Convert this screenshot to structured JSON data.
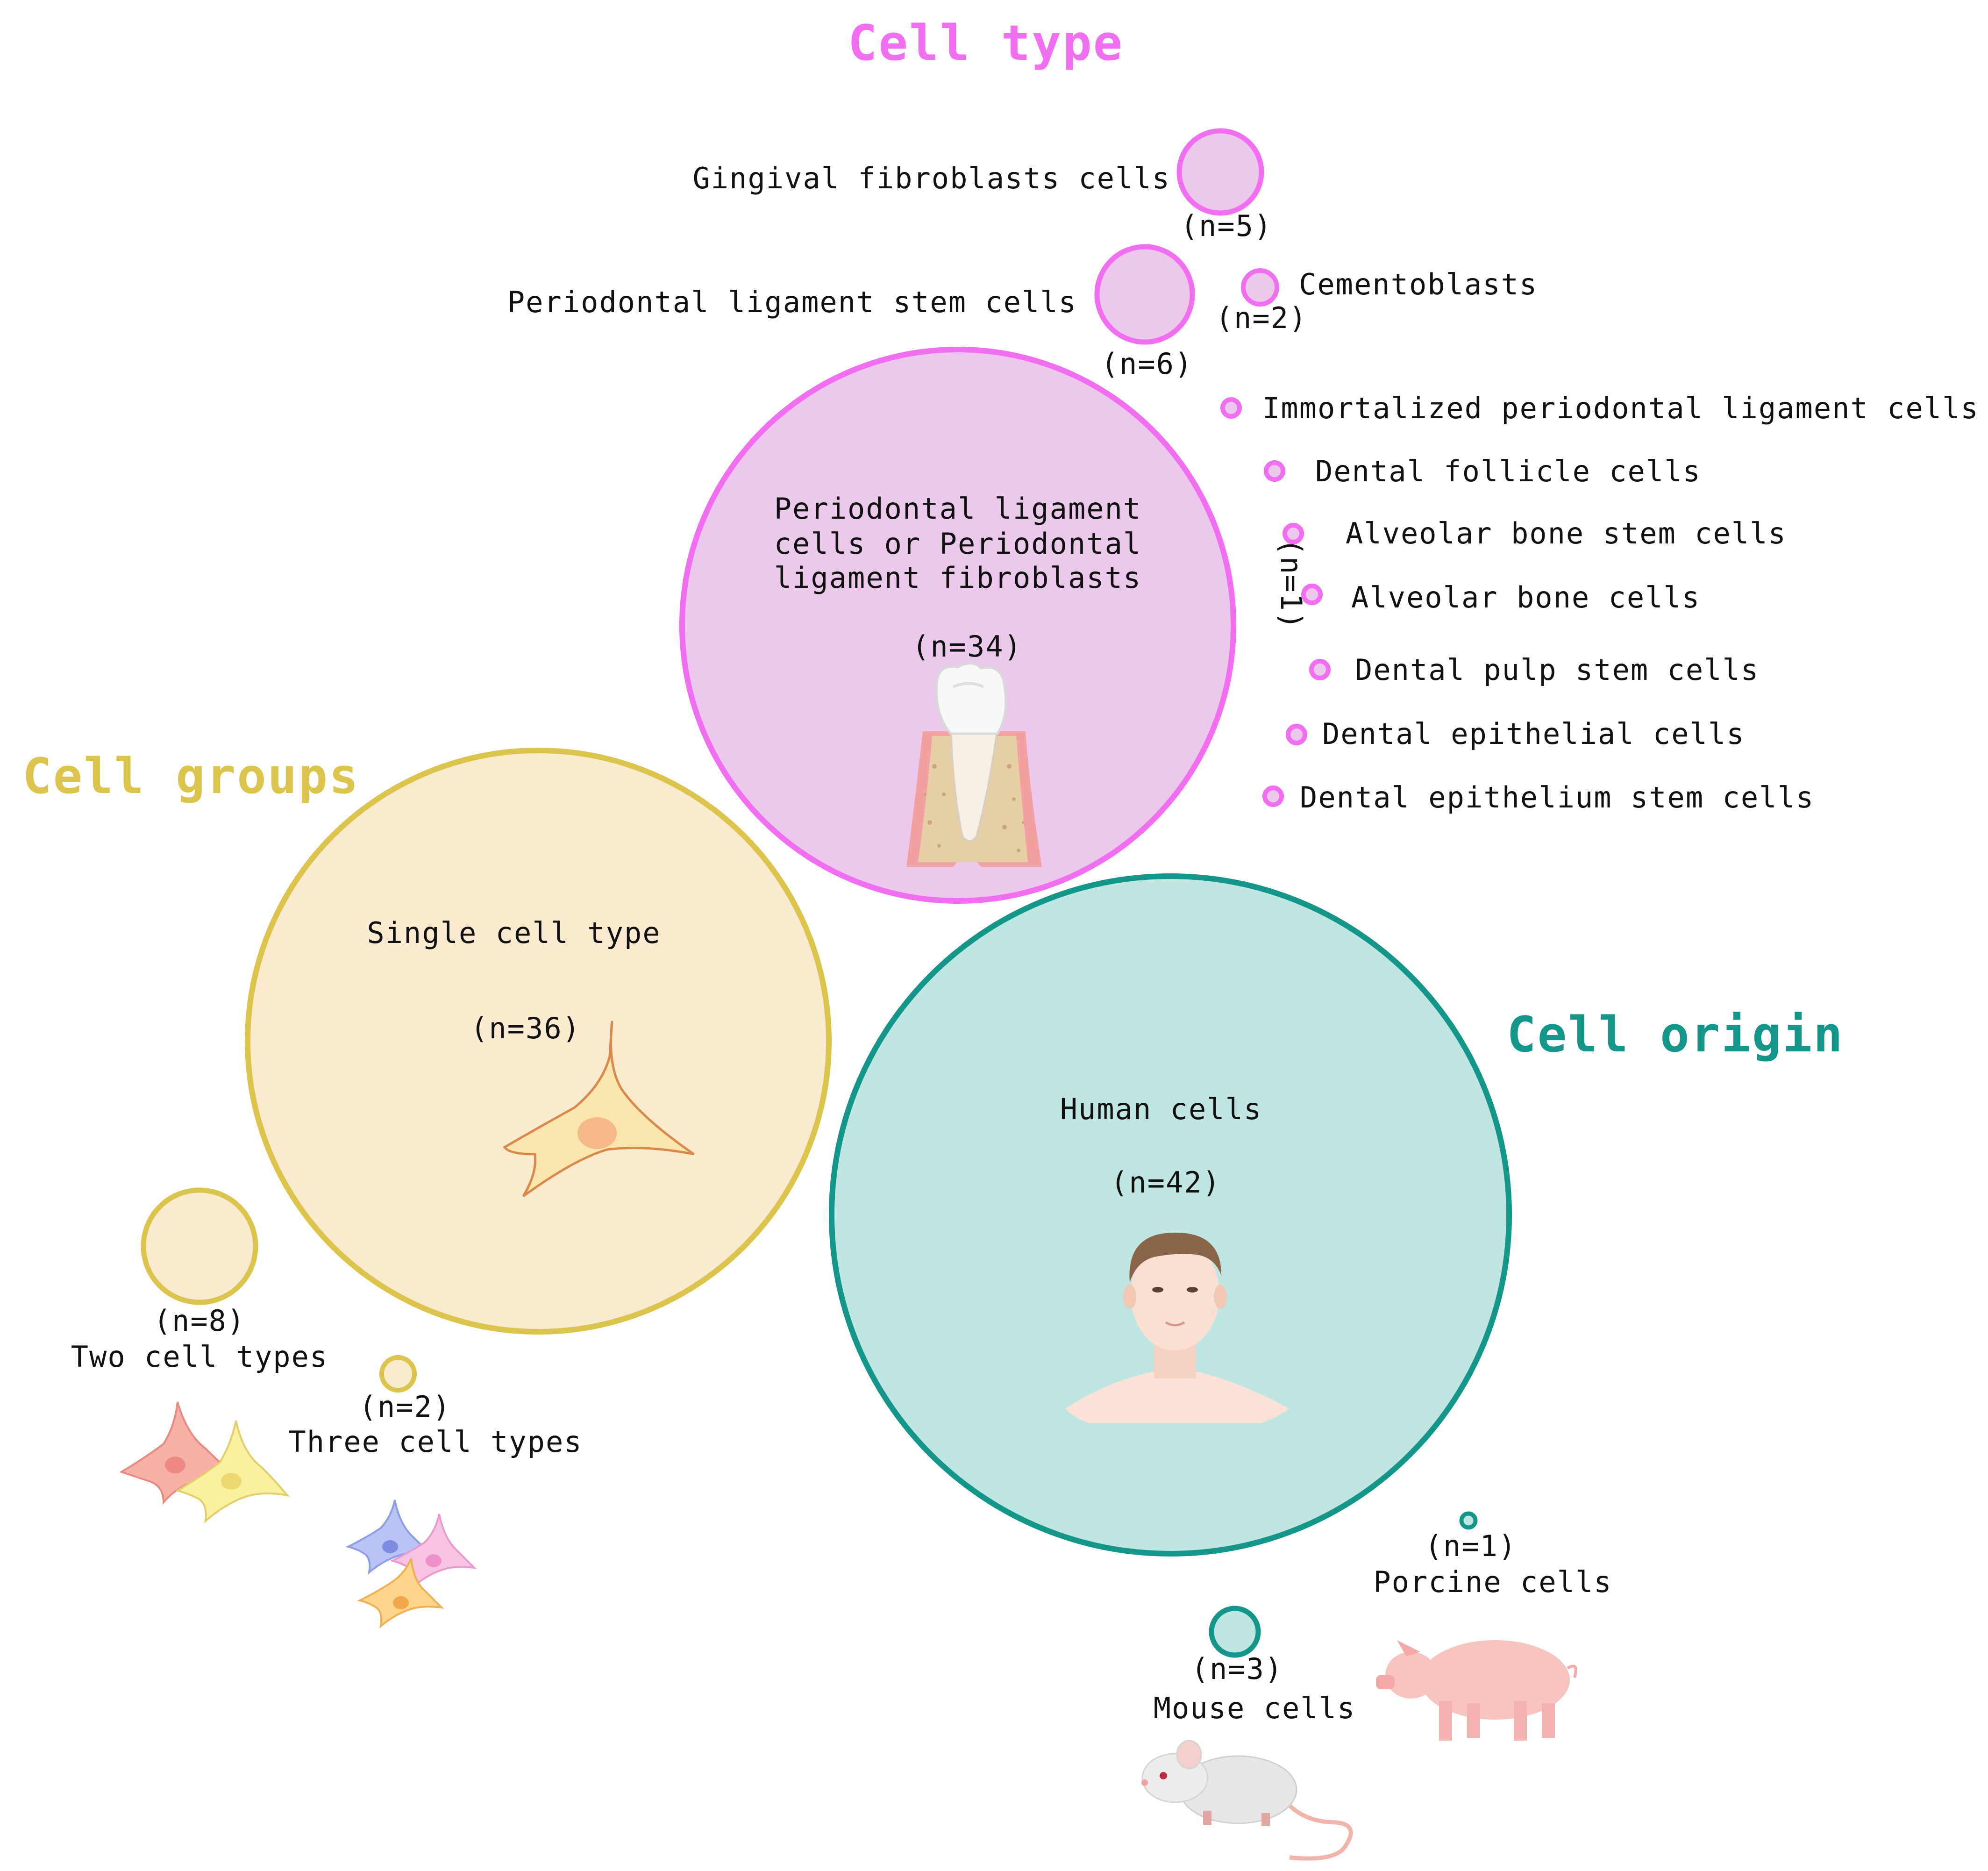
{
  "colors": {
    "cell_type": "#f26ef0",
    "cell_type_fill": "#ecc8ec",
    "cell_groups": "#dcc44c",
    "cell_groups_fill": "#faead0",
    "cell_origin": "#13958a",
    "cell_origin_fill": "#bfe6e2",
    "text": "#111111"
  },
  "groups": {
    "cell_type": {
      "title": "Cell type",
      "items": [
        {
          "name": "Gingival fibroblasts cells",
          "count": "(n=5)"
        },
        {
          "name": "Periodontal ligament stem cells",
          "count": "(n=6)"
        },
        {
          "name": "Cementoblasts",
          "count": "(n=2)"
        },
        {
          "name": "Periodontal ligament cells or Periodontal ligament fibroblasts",
          "lines": [
            "Periodontal ligament",
            "cells or Periodontal",
            "ligament fibroblasts"
          ],
          "count": "(n=34)",
          "icon": "tooth-icon"
        }
      ],
      "singletons_count": "(n=1)",
      "singletons": [
        "Immortalized periodontal ligament cells",
        "Dental follicle cells",
        "Alveolar bone stem cells",
        "Alveolar bone cells",
        "Dental pulp stem cells",
        "Dental epithelial cells",
        "Dental epithelium stem cells"
      ]
    },
    "cell_groups": {
      "title": "Cell groups",
      "items": [
        {
          "name": "Single cell type",
          "count": "(n=36)",
          "icon": "cell-icon"
        },
        {
          "name": "Two cell types",
          "count": "(n=8)",
          "icon": "two-cells-icon"
        },
        {
          "name": "Three cell types",
          "count": "(n=2)",
          "icon": "three-cells-icon"
        }
      ]
    },
    "cell_origin": {
      "title": "Cell origin",
      "items": [
        {
          "name": "Human cells",
          "count": "(n=42)",
          "icon": "human-icon"
        },
        {
          "name": "Porcine cells",
          "count": "(n=1)",
          "icon": "pig-icon"
        },
        {
          "name": "Mouse cells",
          "count": "(n=3)",
          "icon": "mouse-icon"
        }
      ]
    }
  }
}
